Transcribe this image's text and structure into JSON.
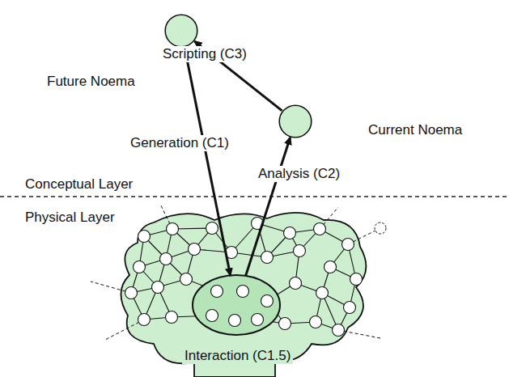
{
  "diagram": {
    "nodes": [
      {
        "text": [
          "Future Noema"
        ]
      },
      {
        "text": [
          "Current Noema"
        ]
      },
      {
        "text": [
          "Interaction (C1.5)"
        ]
      }
    ],
    "edges": [
      {
        "from": 1,
        "to": 0,
        "arrow": "to",
        "label": "Scripting (C3)"
      },
      {
        "from": 0,
        "to": 2,
        "arrow": "to",
        "label": "Generation (C1)"
      },
      {
        "from": 2,
        "to": 1,
        "arrow": "to",
        "label": "Analysis (C2)"
      }
    ],
    "labels": [
      "Conceptual Layer",
      "Physical Layer"
    ]
  }
}
